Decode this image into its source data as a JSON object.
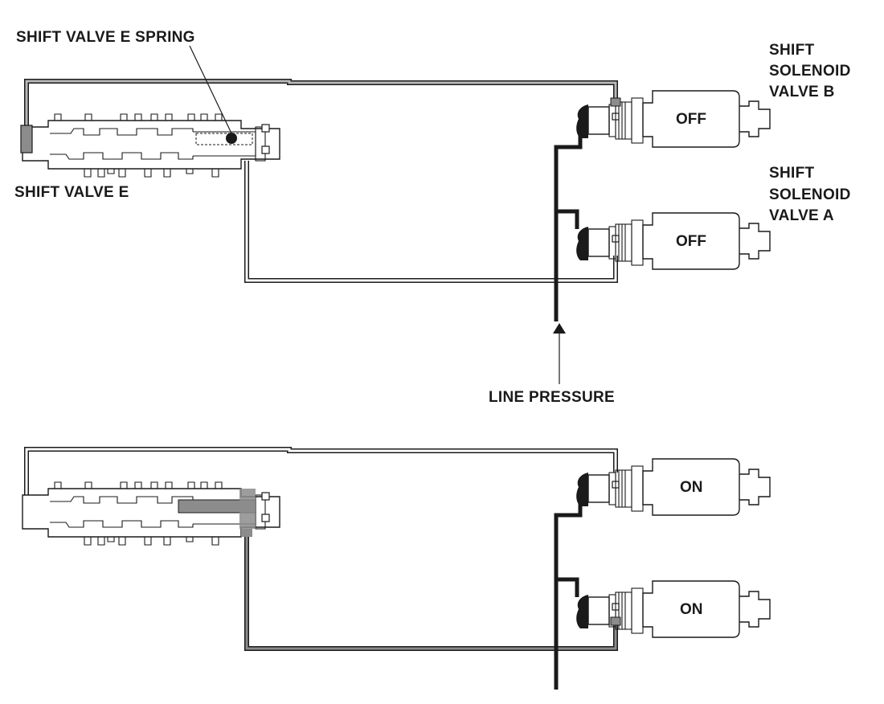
{
  "labels": {
    "spring": "SHIFT VALVE E SPRING",
    "shift_valve": "SHIFT VALVE E",
    "solenoid_b": [
      "SHIFT",
      "SOLENOID",
      "VALVE B"
    ],
    "solenoid_a": [
      "SHIFT",
      "SOLENOID",
      "VALVE A"
    ],
    "line_pressure": "LINE PRESSURE"
  },
  "states": {
    "top_b": "OFF",
    "top_a": "OFF",
    "bottom_b": "ON",
    "bottom_a": "ON"
  },
  "colors": {
    "line": "#1a1a1a",
    "fluid_gray": "#8c8c8c",
    "background": "#ffffff"
  }
}
